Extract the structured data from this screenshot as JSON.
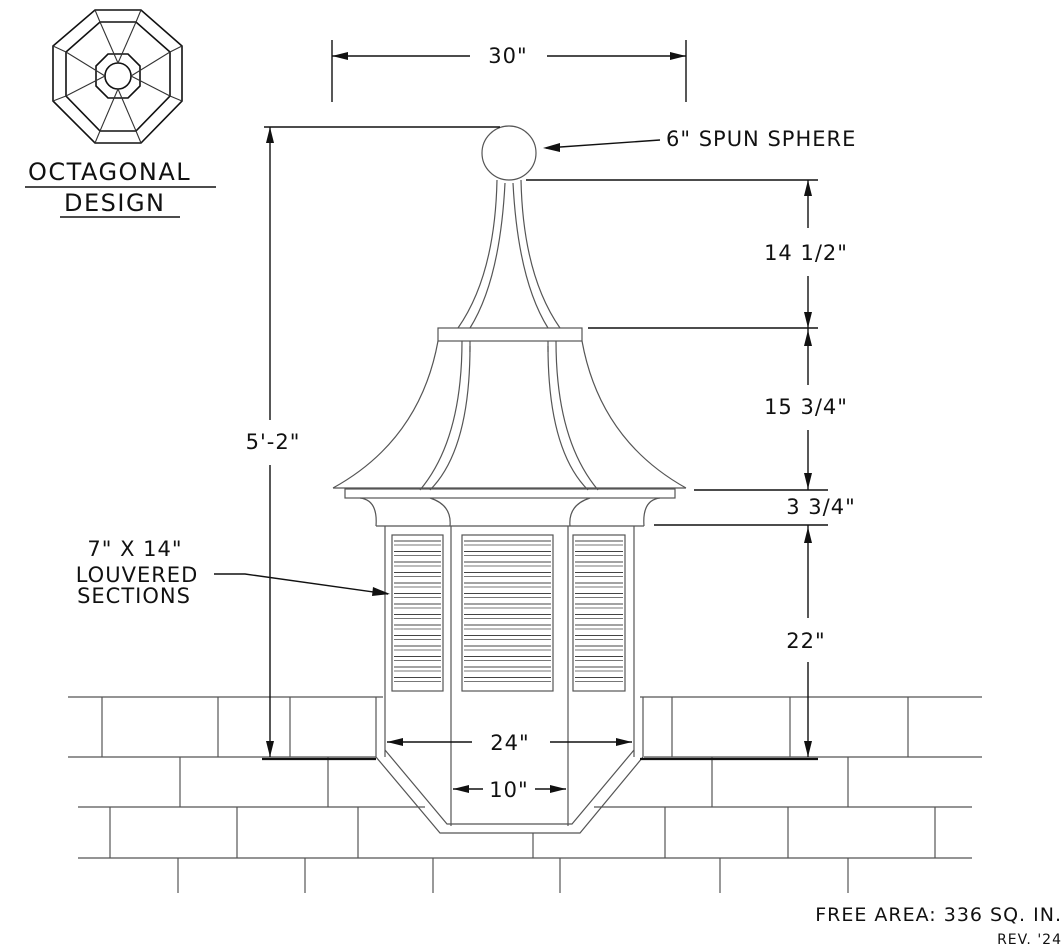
{
  "logo": {
    "title_line1": "OCTAGONAL",
    "title_line2": "DESIGN"
  },
  "dimensions": {
    "top_width": "30\"",
    "sphere": "6\" SPUN SPHERE",
    "total_height": "5'-2\"",
    "upper_roof": "14 1/2\"",
    "lower_roof": "15 3/4\"",
    "band": "3 3/4\"",
    "base_height": "22\"",
    "base_width": "24\"",
    "bottom_width": "10\""
  },
  "louver_note": {
    "line1": "7\" X 14\"",
    "line2": "LOUVERED",
    "line3": "SECTIONS"
  },
  "footer": {
    "free_area": "FREE AREA: 336 SQ. IN.",
    "revision": "REV. '24"
  }
}
